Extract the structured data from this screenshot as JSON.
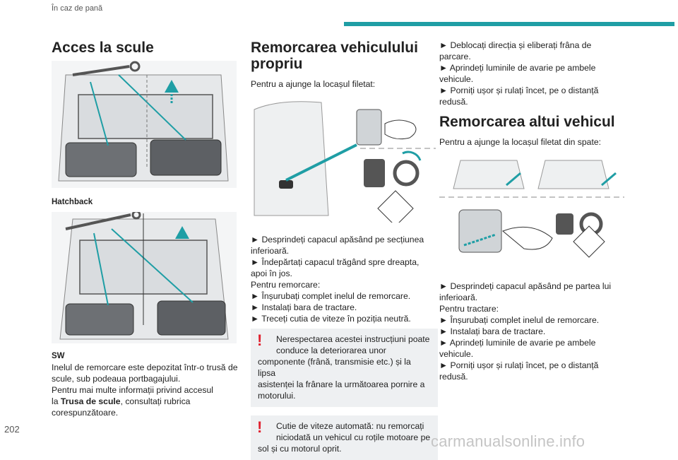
{
  "header": {
    "section": "În caz de pană",
    "accent_color": "#1f9ea5"
  },
  "page_number": "202",
  "watermark": "carmanualsonline.info",
  "col1": {
    "title": "Acces la scule",
    "caption_hatchback": "Hatchback",
    "caption_sw": "SW",
    "body_lines": [
      "Inelul de remorcare este depozitat într-o trusă de",
      "scule, sub podeaua portbagajului.",
      "Pentru mai multe informații privind accesul"
    ],
    "ref_prefix": "la ",
    "ref_bold": "Trusa de scule",
    "ref_suffix": ", consultați rubrica",
    "ref_end": "corespunzătoare."
  },
  "col2": {
    "title_line1": "Remorcarea vehiculului",
    "title_line2": "propriu",
    "intro": "Pentru a ajunge la locașul filetat:",
    "steps": [
      "► Desprindeți capacul apăsând pe secțiunea",
      "inferioară.",
      "► Îndepărtați capacul trăgând spre dreapta,",
      "apoi în jos.",
      "Pentru remorcare:",
      "► Înșurubați complet inelul de remorcare.",
      "► Instalați bara de tractare.",
      "► Treceți cutia de viteze în poziția neutră."
    ],
    "warning1": {
      "line1": "Nerespectarea acestei instrucțiuni poate",
      "line2": "conduce la deteriorarea unor",
      "line3": "componente (frână, transmisie etc.) și la lipsa",
      "line4": "asistenței la frânare la următoarea pornire a",
      "line5": "motorului."
    },
    "warning2": {
      "line1": "Cutie de viteze automată: nu remorcați",
      "line2": "niciodată un vehicul cu roțile motoare pe",
      "line3": "sol și cu motorul oprit."
    },
    "warning_mark": "!",
    "warning_color": "#e0202e"
  },
  "col3": {
    "steps_top": [
      "► Deblocați direcția și eliberați frâna de",
      "parcare.",
      "► Aprindeți luminile de avarie pe ambele",
      "vehicule.",
      "► Porniți ușor și rulați încet, pe o distanță",
      "redusă."
    ],
    "title": "Remorcarea altui vehicul",
    "intro": "Pentru a ajunge la locașul filetat din spate:",
    "steps_bottom": [
      "► Desprindeți capacul apăsând pe partea lui",
      "inferioară.",
      "Pentru tractare:",
      "► Înșurubați complet inelul de remorcare.",
      "► Instalați bara de tractare.",
      "► Aprindeți luminile de avarie pe ambele",
      "vehicule.",
      "► Porniți ușor și rulați încet, pe o distanță",
      "redusă."
    ]
  }
}
